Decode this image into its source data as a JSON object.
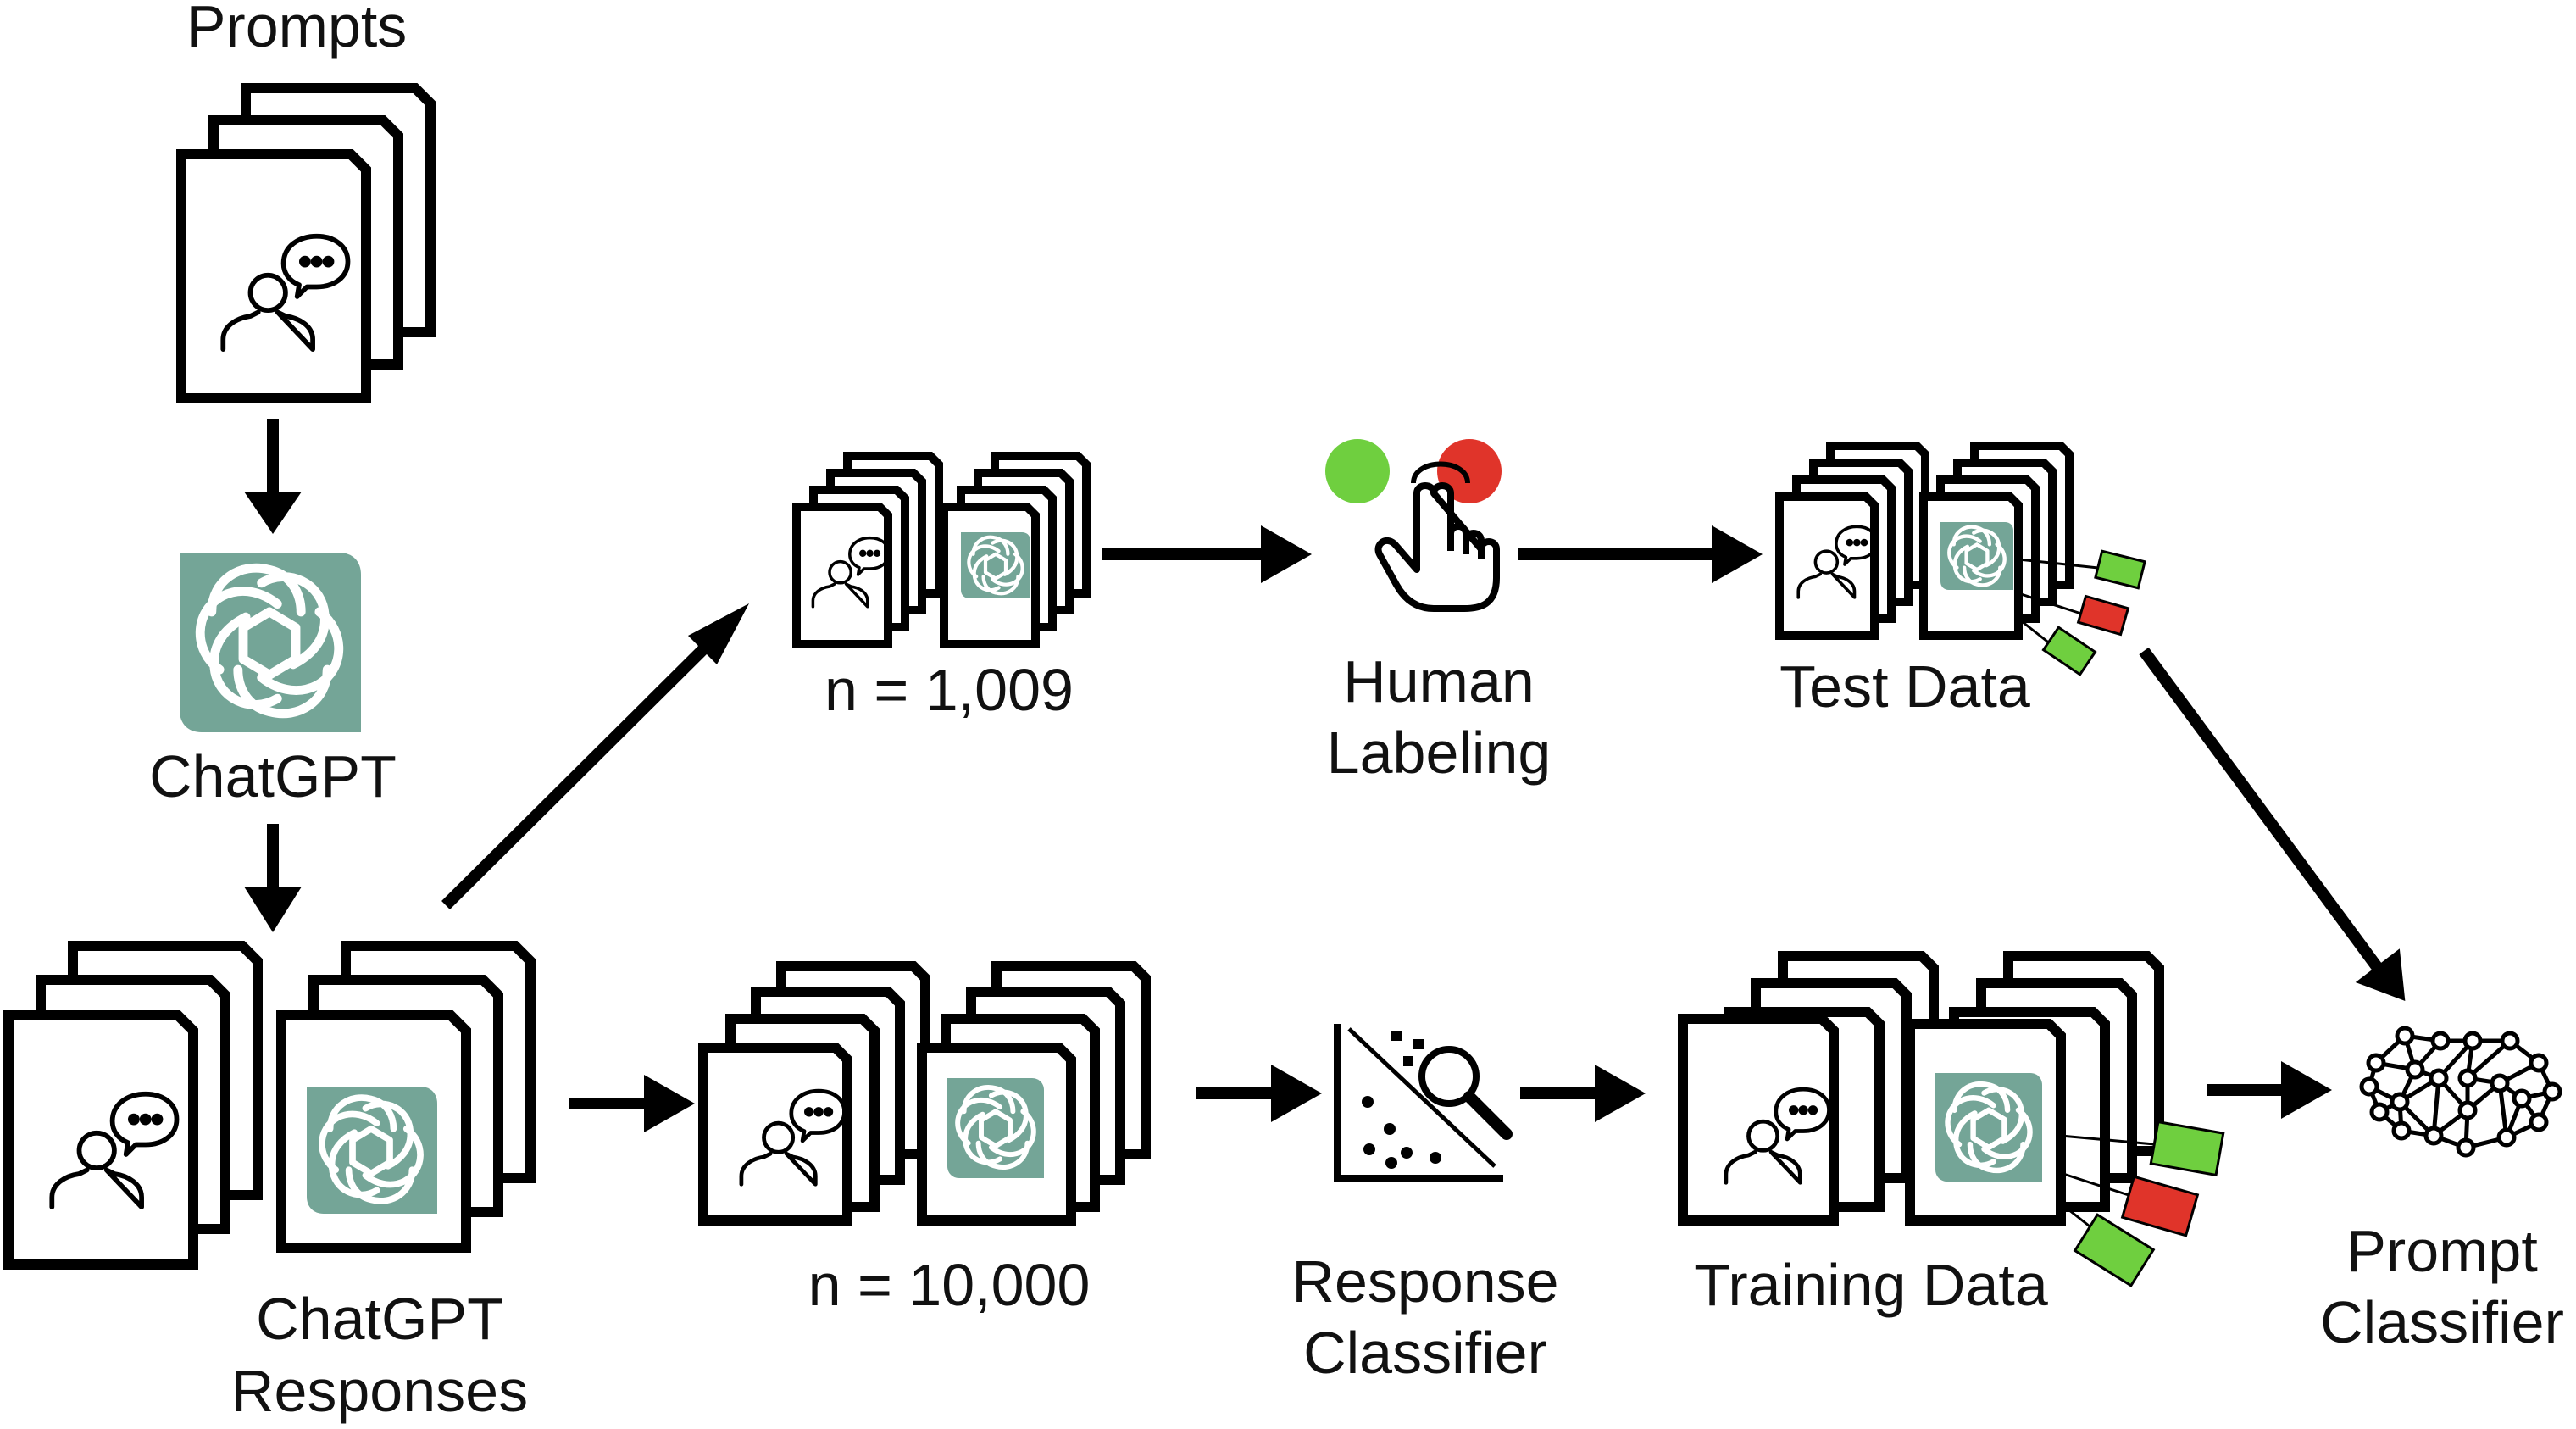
{
  "labels": {
    "prompts": "Prompts",
    "chatgpt": "ChatGPT",
    "responses_line1": "ChatGPT",
    "responses_line2": "Responses",
    "n_test": "n = 1,009",
    "n_train": "n = 10,000",
    "human_line1": "Human",
    "human_line2": "Labeling",
    "test_data": "Test Data",
    "response_line1": "Response",
    "response_line2": "Classifier",
    "training_data": "Training Data",
    "prompt_line1": "Prompt",
    "prompt_line2": "Classifier"
  },
  "colors": {
    "chatgpt_teal": "#74a597",
    "label_green": "#6fcf3f",
    "label_red": "#e0342a",
    "ink": "#000000"
  },
  "icons": [
    "document-stack-icon",
    "user-chat-icon",
    "openai-logo-icon",
    "tap-hand-icon",
    "scatter-classifier-icon",
    "neural-network-icon",
    "arrow-icon",
    "tag-icon"
  ]
}
